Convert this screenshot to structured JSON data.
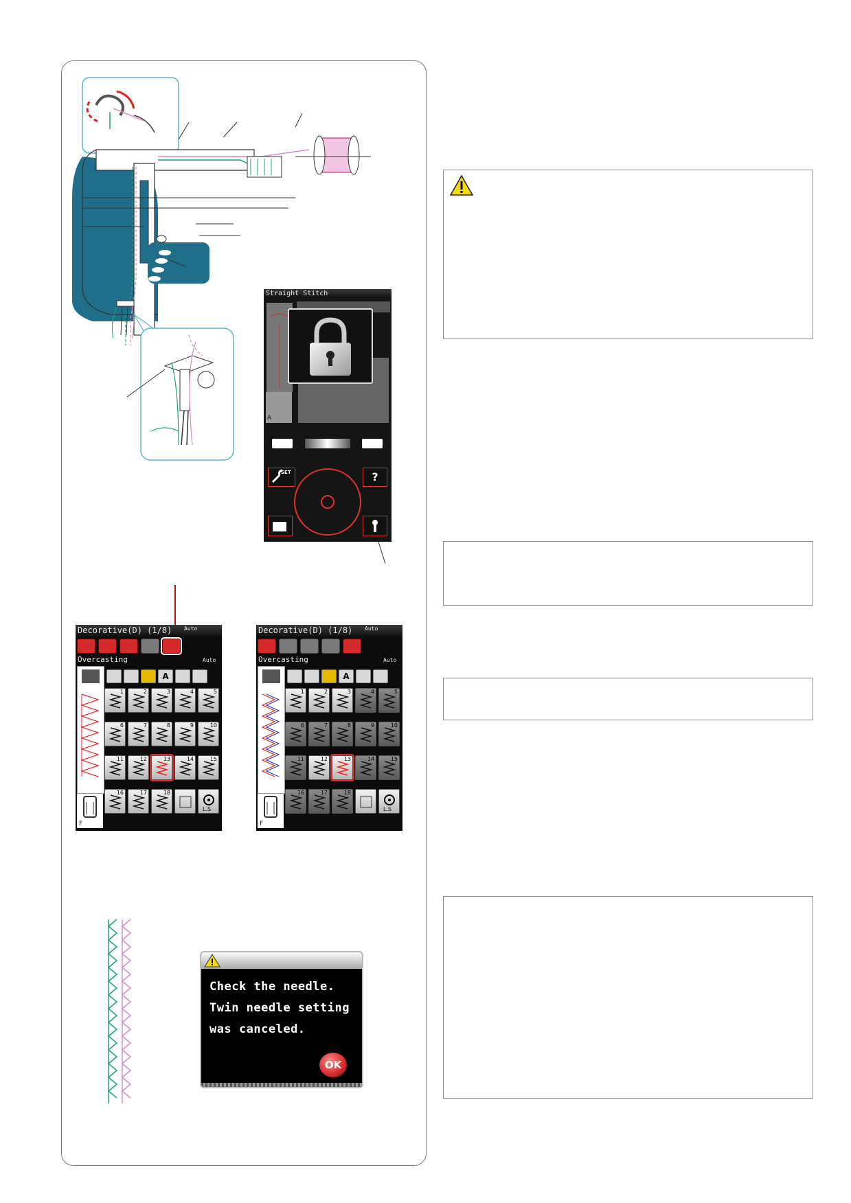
{
  "screen_left": {
    "title": "Decorative(D) (1/8)",
    "subtitle": "Overcasting",
    "pressure_label": "Auto",
    "tension_label": "Auto",
    "foot_label": "F",
    "tabs": [
      "",
      "",
      "",
      "A",
      "",
      ""
    ],
    "keys": [
      "1",
      "2",
      "3",
      "4",
      "5",
      "6",
      "7",
      "8",
      "9",
      "10",
      "11",
      "12",
      "13",
      "14",
      "15",
      "16",
      "17",
      "18",
      "",
      ""
    ],
    "ls_label": "L.S"
  },
  "screen_right": {
    "title": "Decorative(D) (1/8)",
    "subtitle": "Overcasting",
    "pressure_label": "Auto",
    "tension_label": "Auto",
    "foot_label": "F",
    "ls_label": "L.S"
  },
  "lock_screen": {
    "title": "Straight Stitch",
    "foot_label": "A",
    "set_label": "SET",
    "help_label": "?"
  },
  "dialog": {
    "line1": "Check the needle.",
    "line2": "Twin needle setting",
    "line3": "was canceled.",
    "ok_label": "OK"
  },
  "colors": {
    "accent_red": "#d42a2a",
    "machine_teal": "#1f6f8b",
    "caution_yellow": "#f5d90a",
    "thread_pink": "#d98cc6",
    "thread_green": "#1aa37a"
  },
  "icons": [
    "caution-icon",
    "lock-icon",
    "wrench-icon",
    "help-icon",
    "key-icon",
    "presser-foot-icon",
    "warning-icon",
    "twin-needle-icon"
  ]
}
